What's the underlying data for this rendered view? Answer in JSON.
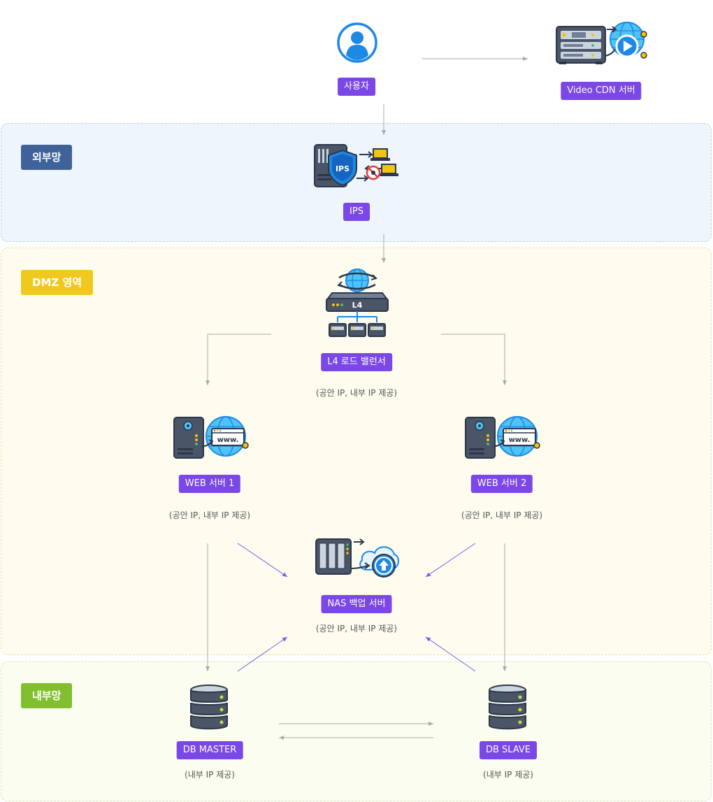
{
  "zones": {
    "external": "외부망",
    "dmz": "DMZ 영역",
    "internal": "내부망"
  },
  "nodes": {
    "user": {
      "label": "사용자"
    },
    "cdn": {
      "label": "Video CDN 서버"
    },
    "ips": {
      "label": "IPS",
      "icon_text": "IPS"
    },
    "l4": {
      "label": "L4 로드 밸런서",
      "sub": "(공안 IP, 내부 IP 제공)",
      "icon_text": "L4"
    },
    "web1": {
      "label": "WEB 서버 1",
      "sub": "(공안 IP, 내부 IP 제공)",
      "icon_text": "www."
    },
    "web2": {
      "label": "WEB 서버 2",
      "sub": "(공안 IP, 내부 IP 제공)",
      "icon_text": "www."
    },
    "nas": {
      "label": "NAS 백업 서버",
      "sub": "(공안 IP, 내부 IP 제공)"
    },
    "db_master": {
      "label": "DB MASTER",
      "sub": "(내부 IP 제공)"
    },
    "db_slave": {
      "label": "DB SLAVE",
      "sub": "(내부 IP 제공)"
    }
  },
  "colors": {
    "tag": "#7b47e6",
    "arrow_gray": "#aaaaaa",
    "arrow_purple": "#7b5ce6",
    "external_zone": "#3f6398",
    "dmz_zone": "#f1c91e",
    "internal_zone": "#82bf2e",
    "icon_blue": "#1e88e5",
    "server_dark": "#4a5568"
  }
}
